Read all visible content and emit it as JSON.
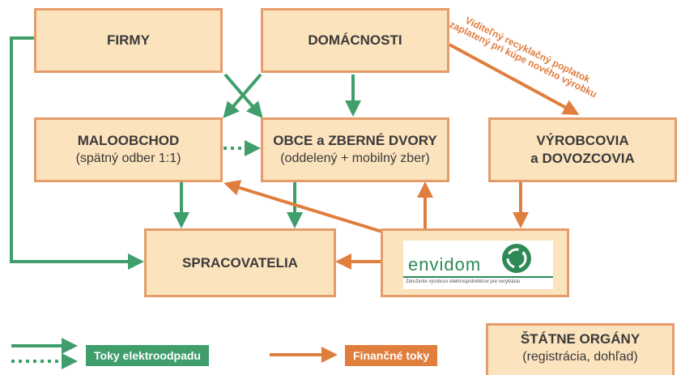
{
  "nodes": {
    "firmy": "FIRMY",
    "domacnosti": "DOMÁCNOSTI",
    "maloobchod": {
      "title": "MALOOBCHOD",
      "sub": "(spätný odber 1:1)"
    },
    "obce": {
      "title": "OBCE a ZBERNÉ DVORY",
      "sub": "(oddelený + mobilný zber)"
    },
    "vyrobcovia": {
      "line1": "VÝROBCOVIA",
      "line2": "a DOVOZCOVIA"
    },
    "spracovatelia": "SPRACOVATELIA",
    "statne": {
      "title": "ŠTÁTNE ORGÁNY",
      "sub": "(registrácia, dohľad)"
    }
  },
  "fee_note": "Viditeľný recyklačný poplatok zaplatený pri kúpe nového výrobku",
  "logo": {
    "word": "envidom",
    "tagline": "Združenie výrobcov elektrospotrebičov pre recykláciu"
  },
  "legend": {
    "waste_flows": "Toky elektroodpadu",
    "financial_flows": "Finančné toky"
  },
  "colors": {
    "box_fill": "#fbe3bd",
    "box_border": "#e59c6a",
    "waste_green": "#3f9e6c",
    "finance_orange": "#e07e3e"
  }
}
